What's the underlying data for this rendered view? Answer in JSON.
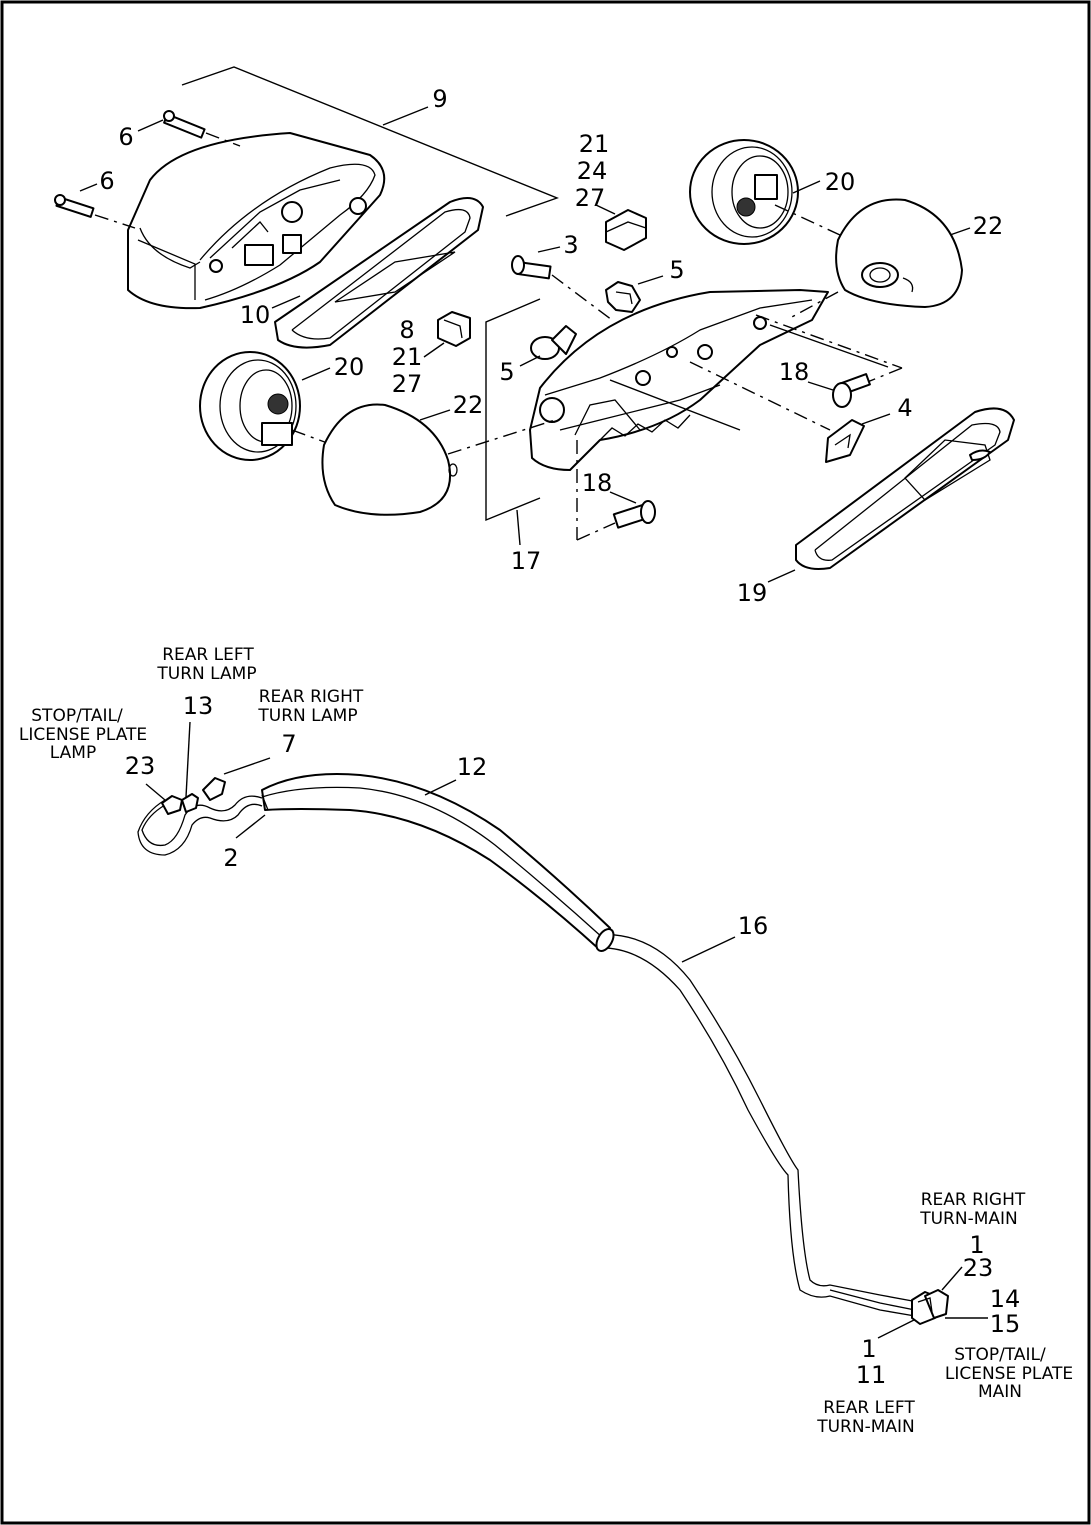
{
  "callouts": {
    "c9": "9",
    "c6a": "6",
    "c6b": "6",
    "c10": "10",
    "c21a": "21",
    "c24a": "24",
    "c27a": "27",
    "c3": "3",
    "c5a": "5",
    "c20a": "20",
    "c22a": "22",
    "c8": "8",
    "c21b": "21",
    "c27b": "27",
    "c5b": "5",
    "c20b": "20",
    "c22b": "22",
    "c18a": "18",
    "c4": "4",
    "c18b": "18",
    "c17": "17",
    "c19": "19",
    "c13": "13",
    "c7": "7",
    "c23a": "23",
    "c12": "12",
    "c2": "2",
    "c16": "16",
    "c1a": "1",
    "c23b": "23",
    "c14": "14",
    "c15": "15",
    "c1b": "1",
    "c11": "11"
  },
  "labels": {
    "rear_left_turn_lamp": [
      "REAR LEFT",
      "TURN LAMP"
    ],
    "rear_right_turn_lamp": [
      "REAR RIGHT",
      "TURN LAMP"
    ],
    "stop_tail_lamp": [
      "STOP/TAIL/",
      "LICENSE PLATE",
      "LAMP"
    ],
    "rear_right_turn_main": [
      "REAR RIGHT",
      "TURN-MAIN"
    ],
    "stop_tail_main": [
      "STOP/TAIL/",
      "LICENSE PLATE",
      "MAIN"
    ],
    "rear_left_turn_main": [
      "REAR LEFT",
      "TURN-MAIN"
    ]
  }
}
